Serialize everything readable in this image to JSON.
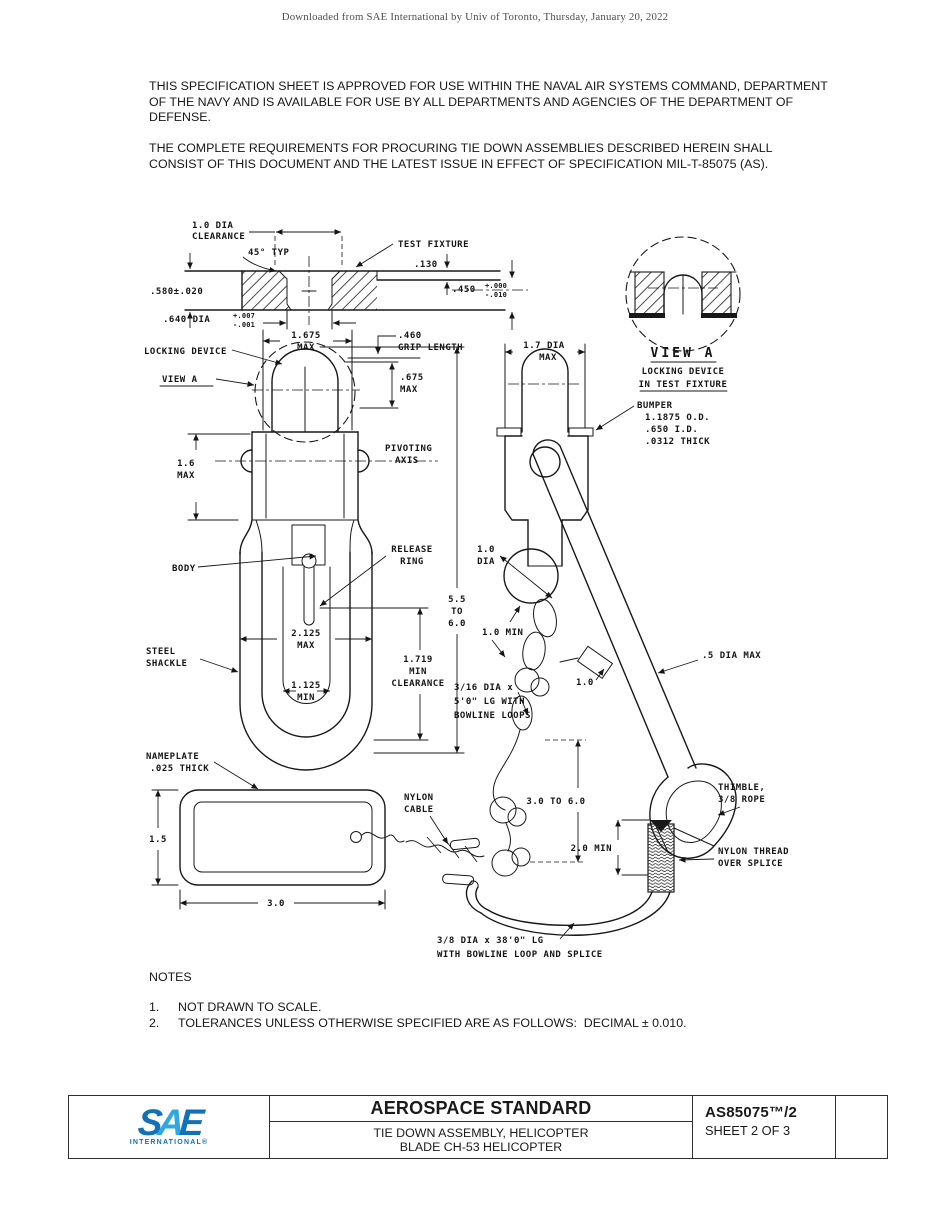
{
  "watermark": "Downloaded from SAE International by Univ of Toronto, Thursday, January 20, 2022",
  "intro": {
    "para1": [
      "THIS SPECIFICATION SHEET IS APPROVED FOR USE WITHIN THE NAVAL AIR SYSTEMS COMMAND, DEPARTMENT",
      "OF THE NAVY AND IS AVAILABLE FOR USE BY ALL DEPARTMENTS AND AGENCIES OF THE DEPARTMENT OF",
      "DEFENSE."
    ],
    "para2": [
      "THE COMPLETE REQUIREMENTS FOR PROCURING TIE DOWN ASSEMBLIES DESCRIBED HEREIN SHALL",
      "CONSIST OF THIS DOCUMENT AND THE LATEST ISSUE IN EFFECT OF SPECIFICATION MIL-T-85075 (AS)."
    ]
  },
  "drawing": {
    "clearance_1": "1.0 DIA",
    "clearance_2": "CLEARANCE",
    "typ45": "45° TYP",
    "test_fixture": "TEST FIXTURE",
    "dim_130": ".130",
    "dim_580": ".580±.020",
    "dim_640": ".640 DIA",
    "dim_640_sup": "+.007",
    "dim_640_sub": "-.001",
    "dim_450": ".450",
    "dim_450_sup": "+.000",
    "dim_450_sub": "-.010",
    "dim_1675_1": "1.675",
    "dim_1675_2": "MAX",
    "grip_1": ".460",
    "grip_2": "GRIP LENGTH",
    "locking_device": "LOCKING DEVICE",
    "view_a_ref": "VIEW A",
    "dim_675_1": ".675",
    "dim_675_2": "MAX",
    "dim_17_1": "1.7 DIA",
    "dim_17_2": "MAX",
    "view_a_title": "VIEW A",
    "view_a_sub1": "LOCKING DEVICE",
    "view_a_sub2": "IN TEST FIXTURE",
    "bumper_1": "BUMPER",
    "bumper_2": "1.1875 O.D.",
    "bumper_3": ".650  I.D.",
    "bumper_4": ".0312 THICK",
    "pivoting_1": "PIVOTING",
    "pivoting_2": "AXIS",
    "dim_16_1": "1.6",
    "dim_16_2": "MAX",
    "body": "BODY",
    "release_1": "RELEASE",
    "release_2": "RING",
    "dim_10dia_1": "1.0",
    "dim_10dia_2": "DIA",
    "dim_55_1": "5.5",
    "dim_55_2": "TO",
    "dim_55_3": "6.0",
    "dim_10min": "1.0 MIN",
    "dim_2125_1": "2.125",
    "dim_2125_2": "MAX",
    "dim_5dia": ".5 DIA MAX",
    "steel_1": "STEEL",
    "steel_2": "SHACKLE",
    "dim_10": "1.0",
    "dim_1125_1": "1.125",
    "dim_1125_2": "MIN",
    "dim_1719_1": "1.719",
    "dim_1719_2": "MIN",
    "dim_1719_3": "CLEARANCE",
    "rope316_1": "3/16 DIA x",
    "rope316_2": "5'0\" LG WITH",
    "rope316_3": "BOWLINE LOOPS",
    "nameplate_1": "NAMEPLATE",
    "nameplate_2": ".025 THICK",
    "nylon_1": "NYLON",
    "nylon_2": "CABLE",
    "dim_3to6": "3.0 TO 6.0",
    "thimble_1": "THIMBLE,",
    "thimble_2": "3/8 ROPE",
    "dim_20min": "2.0 MIN",
    "thread_1": "NYLON THREAD",
    "thread_2": "OVER SPLICE",
    "dim_15": "1.5",
    "dim_30": "3.0",
    "rope38_1": "3/8 DIA x 38'0\" LG",
    "rope38_2": "WITH BOWLINE LOOP AND SPLICE"
  },
  "notes": {
    "title": "NOTES",
    "items": [
      {
        "num": "1.",
        "text": "NOT DRAWN TO SCALE."
      },
      {
        "num": "2.",
        "text": "TOLERANCES UNLESS OTHERWISE SPECIFIED ARE AS FOLLOWS:  DECIMAL ± 0.010."
      }
    ]
  },
  "footer": {
    "logo": {
      "s": "S",
      "a": "A",
      "e": "E",
      "intl": "INTERNATIONAL®"
    },
    "title": "AEROSPACE STANDARD",
    "subtitle_line1": "TIE DOWN ASSEMBLY, HELICOPTER",
    "subtitle_line2": "BLADE CH-53 HELICOPTER",
    "doc_number": "AS85075™/2",
    "sheet": "SHEET 2 OF 3"
  },
  "colors": {
    "sae_blue_dark": "#1272b9",
    "sae_blue_light": "#2fa8e1",
    "ink": "#151515",
    "watermark_gray": "#4a4e55"
  }
}
